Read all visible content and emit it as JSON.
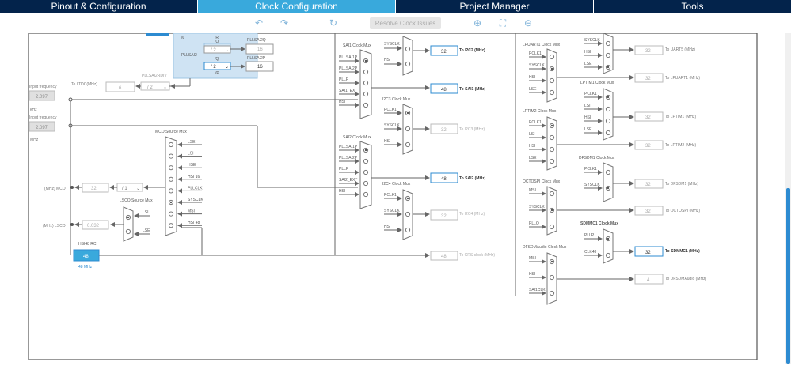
{
  "tabs": [
    {
      "label": "Pinout & Configuration"
    },
    {
      "label": "Clock Configuration"
    },
    {
      "label": "Project Manager"
    },
    {
      "label": "Tools"
    }
  ],
  "toolbar": {
    "resolve_label": "Resolve Clock Issues"
  },
  "left": {
    "input_freq_label": "Input frequency",
    "input_freq_1": "2.097",
    "input_freq_2": "2.097",
    "unit_khz": "kHz",
    "unit_mhz": "MHz",
    "to_ltdc": "To LTDC(MHz)",
    "ltdc_value": "6",
    "pllsai2rdiv_label": "PLLSAI2RDIV",
    "pllsai2rdiv_value": "/ 2",
    "pllsai2_label": "PLLSAI2",
    "r_label": "/R",
    "q_label": "/Q",
    "p_label": "/P",
    "percent": "%",
    "q_div": "/ 2",
    "p_div": "/ 2",
    "pllsai2q_label": "PLLSAI2Q",
    "pllsai2q_value": "16",
    "pllsai2p_label": "PLLSAI2P",
    "pllsai2p_value": "16",
    "mco_label": "(MHz) MCO",
    "mco_value": "32",
    "mco_div": "/ 1",
    "lsco_label": "(MHz) LSCO",
    "lsco_value": "0.032",
    "hsi48_label": "HSI48 RC",
    "hsi48_value": "48",
    "hsi48_mhz": "48 MHz",
    "mco_mux_title": "MCO Source Mux",
    "mco_inputs": [
      "LSE",
      "LSI",
      "HSE",
      "HSI 16",
      "PLLCLK",
      "SYSCLK",
      "MSI",
      "HSI 48"
    ],
    "lsco_mux_title": "LSCO Source Mux",
    "lsco_inputs": [
      "LSI",
      "LSE"
    ]
  },
  "middle": {
    "sai1_title": "SAI1 Clock Mux",
    "sai1_inputs": [
      "PLLSAI1P",
      "PLLSAI2P",
      "PLLP",
      "SAI1_EXT",
      "HSI"
    ],
    "sai1_value": "48",
    "sai1_out": "To SAI1 (MHz)",
    "sai2_title": "SAI2 Clock Mux",
    "sai2_inputs": [
      "PLLSAI1P",
      "PLLSAI2P",
      "PLLP",
      "SAI2_EXT",
      "HSI"
    ],
    "sai2_value": "48",
    "sai2_out": "To SAI2 (MHz)",
    "i2c2_inputs": [
      "SYSCLK",
      "HSI"
    ],
    "i2c2_value": "32",
    "i2c2_out": "To I2C2 (MHz)",
    "i2c3_title": "I2C3 Clock Mux",
    "i2c3_inputs": [
      "PCLK1",
      "SYSCLK",
      "HSI"
    ],
    "i2c3_value": "32",
    "i2c3_out": "To I2C3 (MHz)",
    "i2c4_title": "I2C4 Clock Mux",
    "i2c4_inputs": [
      "PCLK1",
      "SYSCLK",
      "HSI"
    ],
    "i2c4_value": "32",
    "i2c4_out": "To I2C4 (MHz)",
    "crs_value": "48",
    "crs_out": "To CRS clock (MHz)"
  },
  "right": {
    "lpuart1_title": "LPUART1 Clock Mux",
    "lpuart1_inputs": [
      "PCLK1",
      "SYSCLK",
      "HSI",
      "LSE"
    ],
    "uart5_inputs": [
      "SYSCLK",
      "HSI",
      "LSE"
    ],
    "uart5_value": "32",
    "uart5_out": "To UART5 (MHz)",
    "lpuart1_value": "32",
    "lpuart1_out": "To LPUART1 (MHz)",
    "lptim1_title": "LPTIM1 Clock Mux",
    "lptim1_inputs": [
      "PCLK1",
      "LSI",
      "HSI",
      "LSE"
    ],
    "lptim1_value": "32",
    "lptim1_out": "To LPTIM1 (MHz)",
    "lptim2_title": "LPTIM2 Clock Mux",
    "lptim2_inputs": [
      "PCLK1",
      "LSI",
      "HSI",
      "LSE"
    ],
    "lptim2_value": "32",
    "lptim2_out": "To LPTIM2 (MHz)",
    "dfsdm1_title": "DFSDM1 Clock Mux",
    "dfsdm1_inputs": [
      "PCLK1",
      "SYSCLK"
    ],
    "dfsdm1_value": "32",
    "dfsdm1_out": "To DFSDM1 (MHz)",
    "octospi_title": "OCTOSPI Clock Mux",
    "octospi_inputs": [
      "MSI",
      "SYSCLK",
      "PLLQ"
    ],
    "octospi_value": "32",
    "octospi_out": "To OCTOSPI (MHz)",
    "sdmmc1_title": "SDMMC1 Clock Mux",
    "sdmmc1_inputs": [
      "PLLP",
      "CLK48"
    ],
    "sdmmc1_value": "32",
    "sdmmc1_out": "To SDMMC1 (MHz)",
    "dfsdmaudio_title": "DFSDMAudio Clock Mux",
    "dfsdmaudio_inputs": [
      "MSI",
      "HSI",
      "SAI1CLK"
    ],
    "dfsdmaudio_value": "4",
    "dfsdmaudio_out": "To DFSDMAudio (MHz)"
  }
}
